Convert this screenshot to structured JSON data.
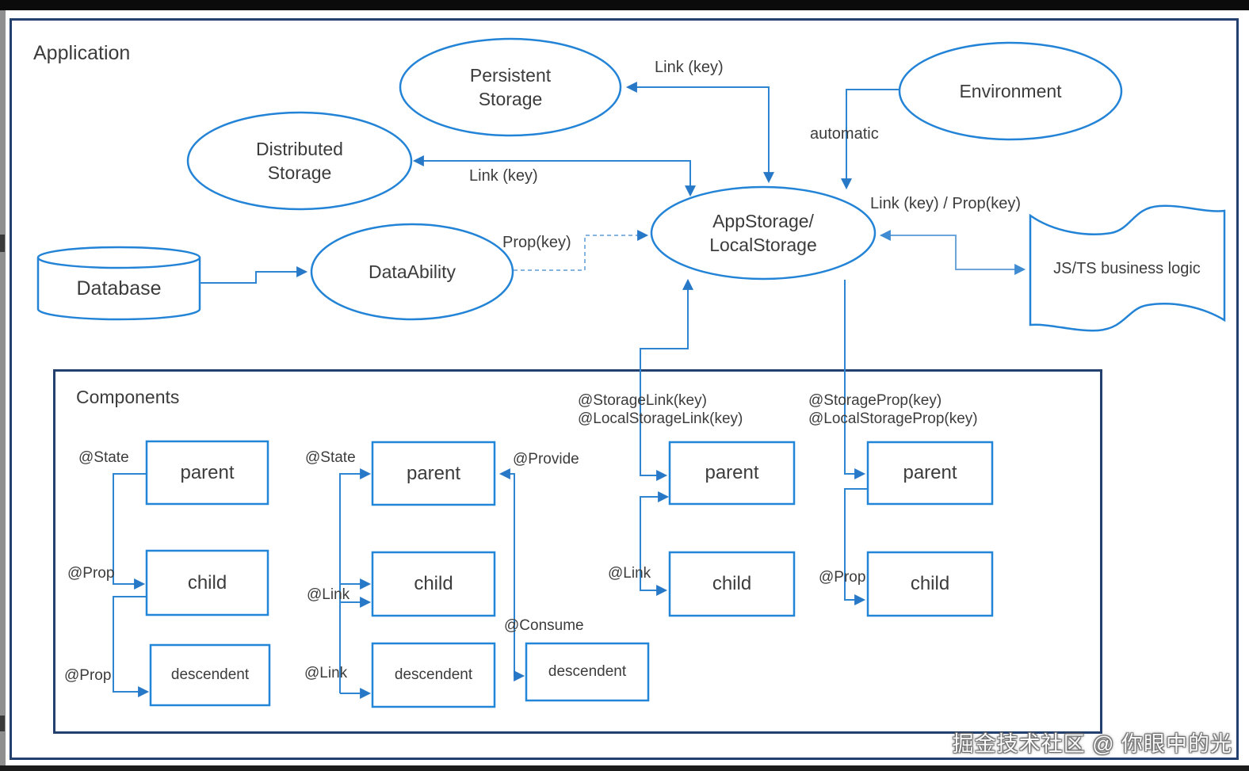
{
  "colors": {
    "node_stroke": "#2383d6",
    "line": "#2e86d2",
    "line_light": "#6ca5dc",
    "line_dashed": "#85b4e0",
    "frame": "#24406e",
    "text": "#3c3c3c"
  },
  "application": {
    "title": "Application"
  },
  "nodes": {
    "persistent": {
      "line1": "Persistent",
      "line2": "Storage"
    },
    "distributed": {
      "line1": "Distributed",
      "line2": "Storage"
    },
    "environment": {
      "label": "Environment"
    },
    "database": {
      "label": "Database"
    },
    "dataability": {
      "label": "DataAbility"
    },
    "appstorage": {
      "line1": "AppStorage/",
      "line2": "LocalStorage"
    },
    "jsts": {
      "label": "JS/TS business logic"
    }
  },
  "edges": {
    "link_key_persistent": "Link (key)",
    "link_key_distributed": "Link (key)",
    "automatic": "automatic",
    "prop_key": "Prop(key)",
    "link_prop": "Link (key) / Prop(key)"
  },
  "components": {
    "title": "Components",
    "group1": {
      "state": "@State",
      "prop_child": "@Prop",
      "prop_descendent": "@Prop",
      "parent": "parent",
      "child": "child",
      "descendent": "descendent"
    },
    "group2": {
      "state": "@State",
      "link_child": "@Link",
      "link_descendent": "@Link",
      "provide": "@Provide",
      "consume": "@Consume",
      "parent": "parent",
      "child": "child",
      "descendent": "descendent",
      "descendent2": "descendent"
    },
    "group3": {
      "storage_link": "@StorageLink(key)",
      "local_storage_link": "@LocalStorageLink(key)",
      "link": "@Link",
      "parent": "parent",
      "child": "child"
    },
    "group4": {
      "storage_prop": "@StorageProp(key)",
      "local_storage_prop": "@LocalStorageProp(key)",
      "prop": "@Prop",
      "parent": "parent",
      "child": "child"
    }
  },
  "watermark": "掘金技术社区 @ 你眼中的光"
}
